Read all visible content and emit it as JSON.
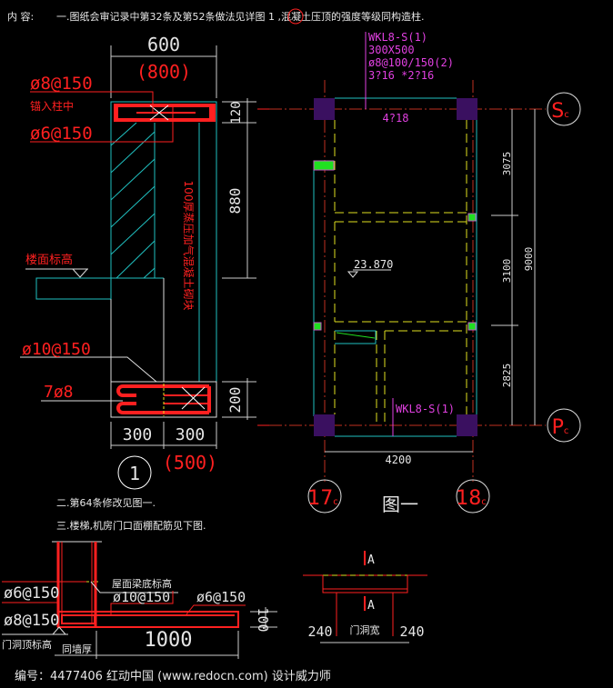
{
  "header": {
    "prefix": "内 容:",
    "note1": "一.图纸会审记录中第32条及第52条做法见详图 1 ,混凝土压顶的强度等级同构造柱."
  },
  "detail1": {
    "dim_top": "600",
    "dim_top_alt": "(800)",
    "label_top_bar": "ø8@150",
    "label_anchor": "锚入柱中",
    "label_stirrup": "ø6@150",
    "dim_120": "120",
    "dim_880": "880",
    "dim_200": "200",
    "floor_elev": "楼面标高",
    "wall_note": "100厚蒸压加气混凝土砌块",
    "label_bottom_stirrup": "ø10@150",
    "label_bottom_bar": "7ø8",
    "dim_300a": "300",
    "dim_300b": "300",
    "dim_500": "(500)",
    "detail_no": "1"
  },
  "plan": {
    "beam_top": [
      "WKL8-S(1)",
      "300X500",
      "ø8@100/150(2)",
      "3?16  *2?16"
    ],
    "bar_label": "4?18",
    "elevation": "23.870",
    "beam_bottom": "WKL8-S(1)",
    "dims": [
      "3075",
      "3100",
      "2825"
    ],
    "dim_total": "9000",
    "dim_width": "4200",
    "axes": {
      "s": "S",
      "s_sub": "c",
      "p": "P",
      "p_sub": "c",
      "a17": "17",
      "a17_sub": "c",
      "a18": "18",
      "a18_sub": "c"
    },
    "title": "图一"
  },
  "notes": {
    "note2": "二.第64条修改见图一.",
    "note3": "三.楼梯,机房门口面棚配筋见下图."
  },
  "detail2": {
    "l1": "ø6@150",
    "l2": "ø8@150",
    "roof": "屋面梁底标高",
    "l3": "ø10@150",
    "l4": "ø6@150",
    "dim_100": "100",
    "dim_1000": "1000",
    "door_top": "门洞顶标高",
    "wall_thk": "同墙厚"
  },
  "section": {
    "a1": "A",
    "a2": "A",
    "d1": "240",
    "d2": "240",
    "door_w": "门洞宽"
  },
  "footer": {
    "text": "编号：4477406    红动中国 (www.redocn.com)    设计威力师"
  },
  "colors": {
    "red": "#ff2020",
    "cyan": "#20c0c0",
    "yellow": "#e0e020",
    "magenta": "#e040e0",
    "purple": "#3a1060",
    "green": "#20e020"
  }
}
